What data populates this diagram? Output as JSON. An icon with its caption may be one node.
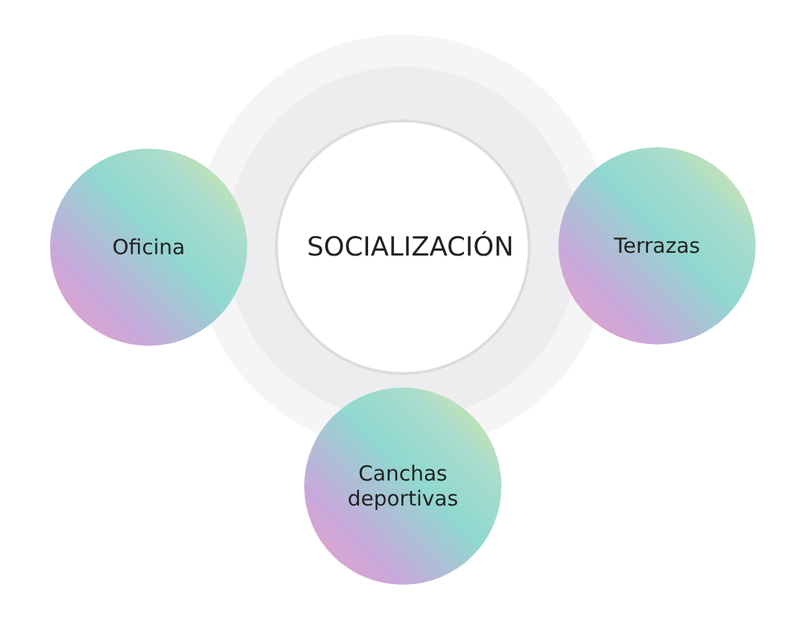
{
  "diagram": {
    "nodes": [
      {
        "text": [
          "SOCIALIZACIÓN"
        ]
      },
      {
        "text": [
          "Oficina"
        ]
      },
      {
        "text": [
          "Terrazas"
        ]
      },
      {
        "text": [
          "Canchas deportivas"
        ]
      }
    ]
  }
}
